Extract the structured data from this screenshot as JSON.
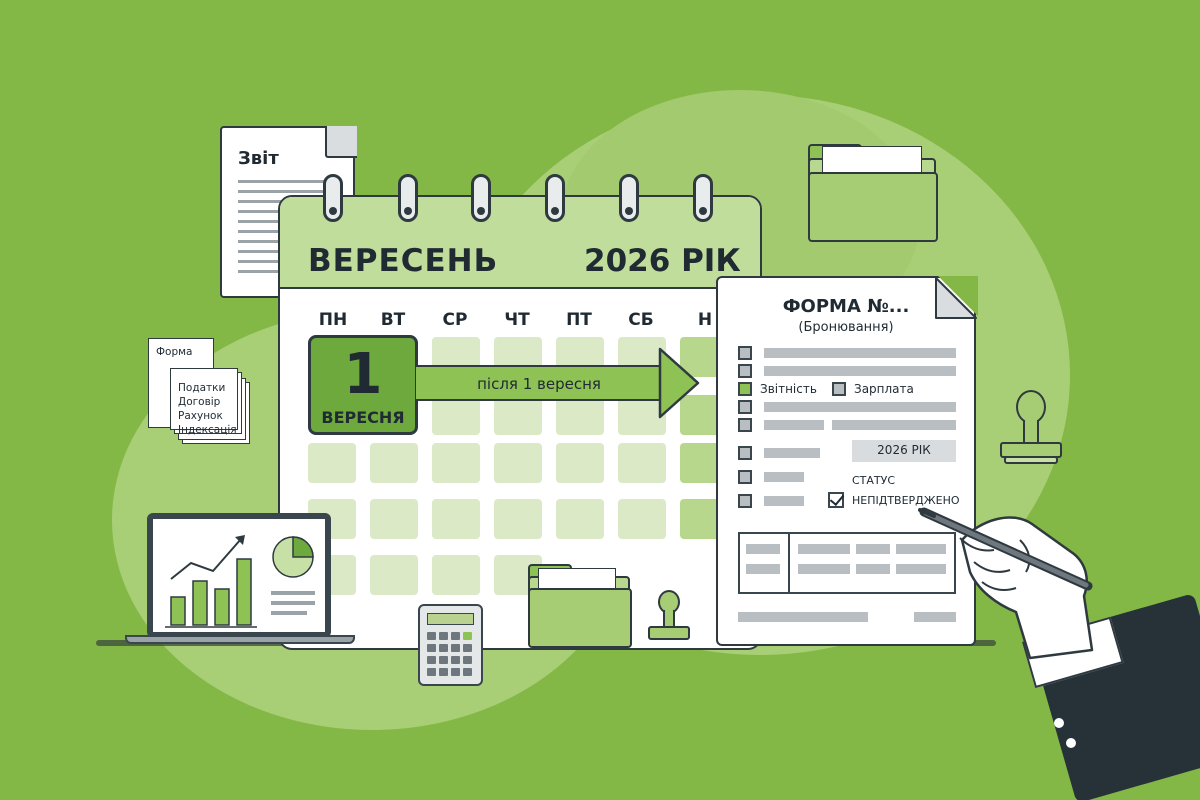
{
  "report": {
    "title": "Звіт"
  },
  "calendar": {
    "month": "ВЕРЕСЕНЬ",
    "year": "2026 РІК",
    "weekdays": [
      "ПН",
      "ВТ",
      "СР",
      "ЧТ",
      "ПТ",
      "СБ",
      "Н"
    ],
    "highlight_day": {
      "number": "1",
      "label": "ВЕРЕСНЯ"
    },
    "arrow_label": "після 1 вересня"
  },
  "form": {
    "title": "ФОРМА №...",
    "subtitle": "(Бронювання)",
    "option_1": "Звітність",
    "option_2": "Зарплата",
    "year_field": "2026 РІК",
    "status_label": "СТАТУС",
    "status_value": "НЕПІДТВЕРДЖЕНО"
  },
  "doc_stack": {
    "top": "Форма",
    "items": [
      "Податки",
      "Договір",
      "Рахунок",
      "Індексація"
    ]
  },
  "colors": {
    "background": "#84b846",
    "accent_green": "#6ea93d",
    "light_green": "#c1dd9b",
    "outline": "#2e3a40"
  },
  "icons": [
    "report-document-icon",
    "calendar-icon",
    "folder-icon",
    "stamp-icon",
    "laptop-chart-icon",
    "calculator-icon",
    "pen-icon",
    "hand-icon"
  ]
}
